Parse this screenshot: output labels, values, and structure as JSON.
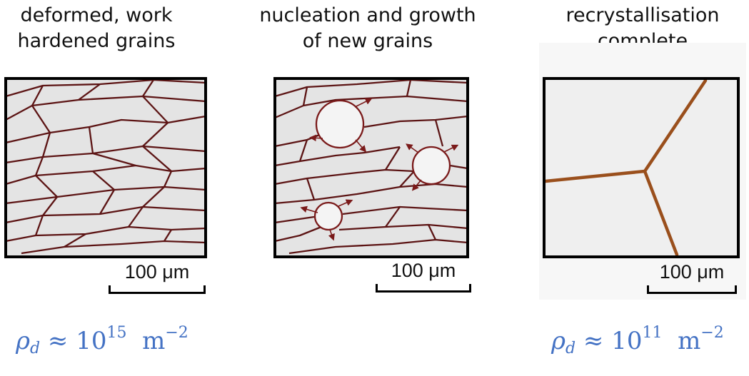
{
  "panels": [
    {
      "title_lines": [
        "deformed, work",
        "hardened grains"
      ],
      "scale_label": "100 μm",
      "density": {
        "symbol": "ρ",
        "subscript": "d",
        "approx": "≈",
        "base": "10",
        "exponent": "15",
        "unit": "m",
        "unit_exponent": "−2"
      }
    },
    {
      "title_lines": [
        "nucleation and growth",
        "of new grains"
      ],
      "scale_label": "100 μm"
    },
    {
      "title_lines": [
        "recrystallisation",
        "complete"
      ],
      "scale_label": "100 μm",
      "density": {
        "symbol": "ρ",
        "subscript": "d",
        "approx": "≈",
        "base": "10",
        "exponent": "11",
        "unit": "m",
        "unit_exponent": "−2"
      }
    }
  ],
  "colors": {
    "grain_fill": "#e4e4e4",
    "grain_boundary": "#5c1414",
    "new_boundary": "#9a4f1c",
    "frame": "#000000",
    "density_text": "#4472c4"
  }
}
